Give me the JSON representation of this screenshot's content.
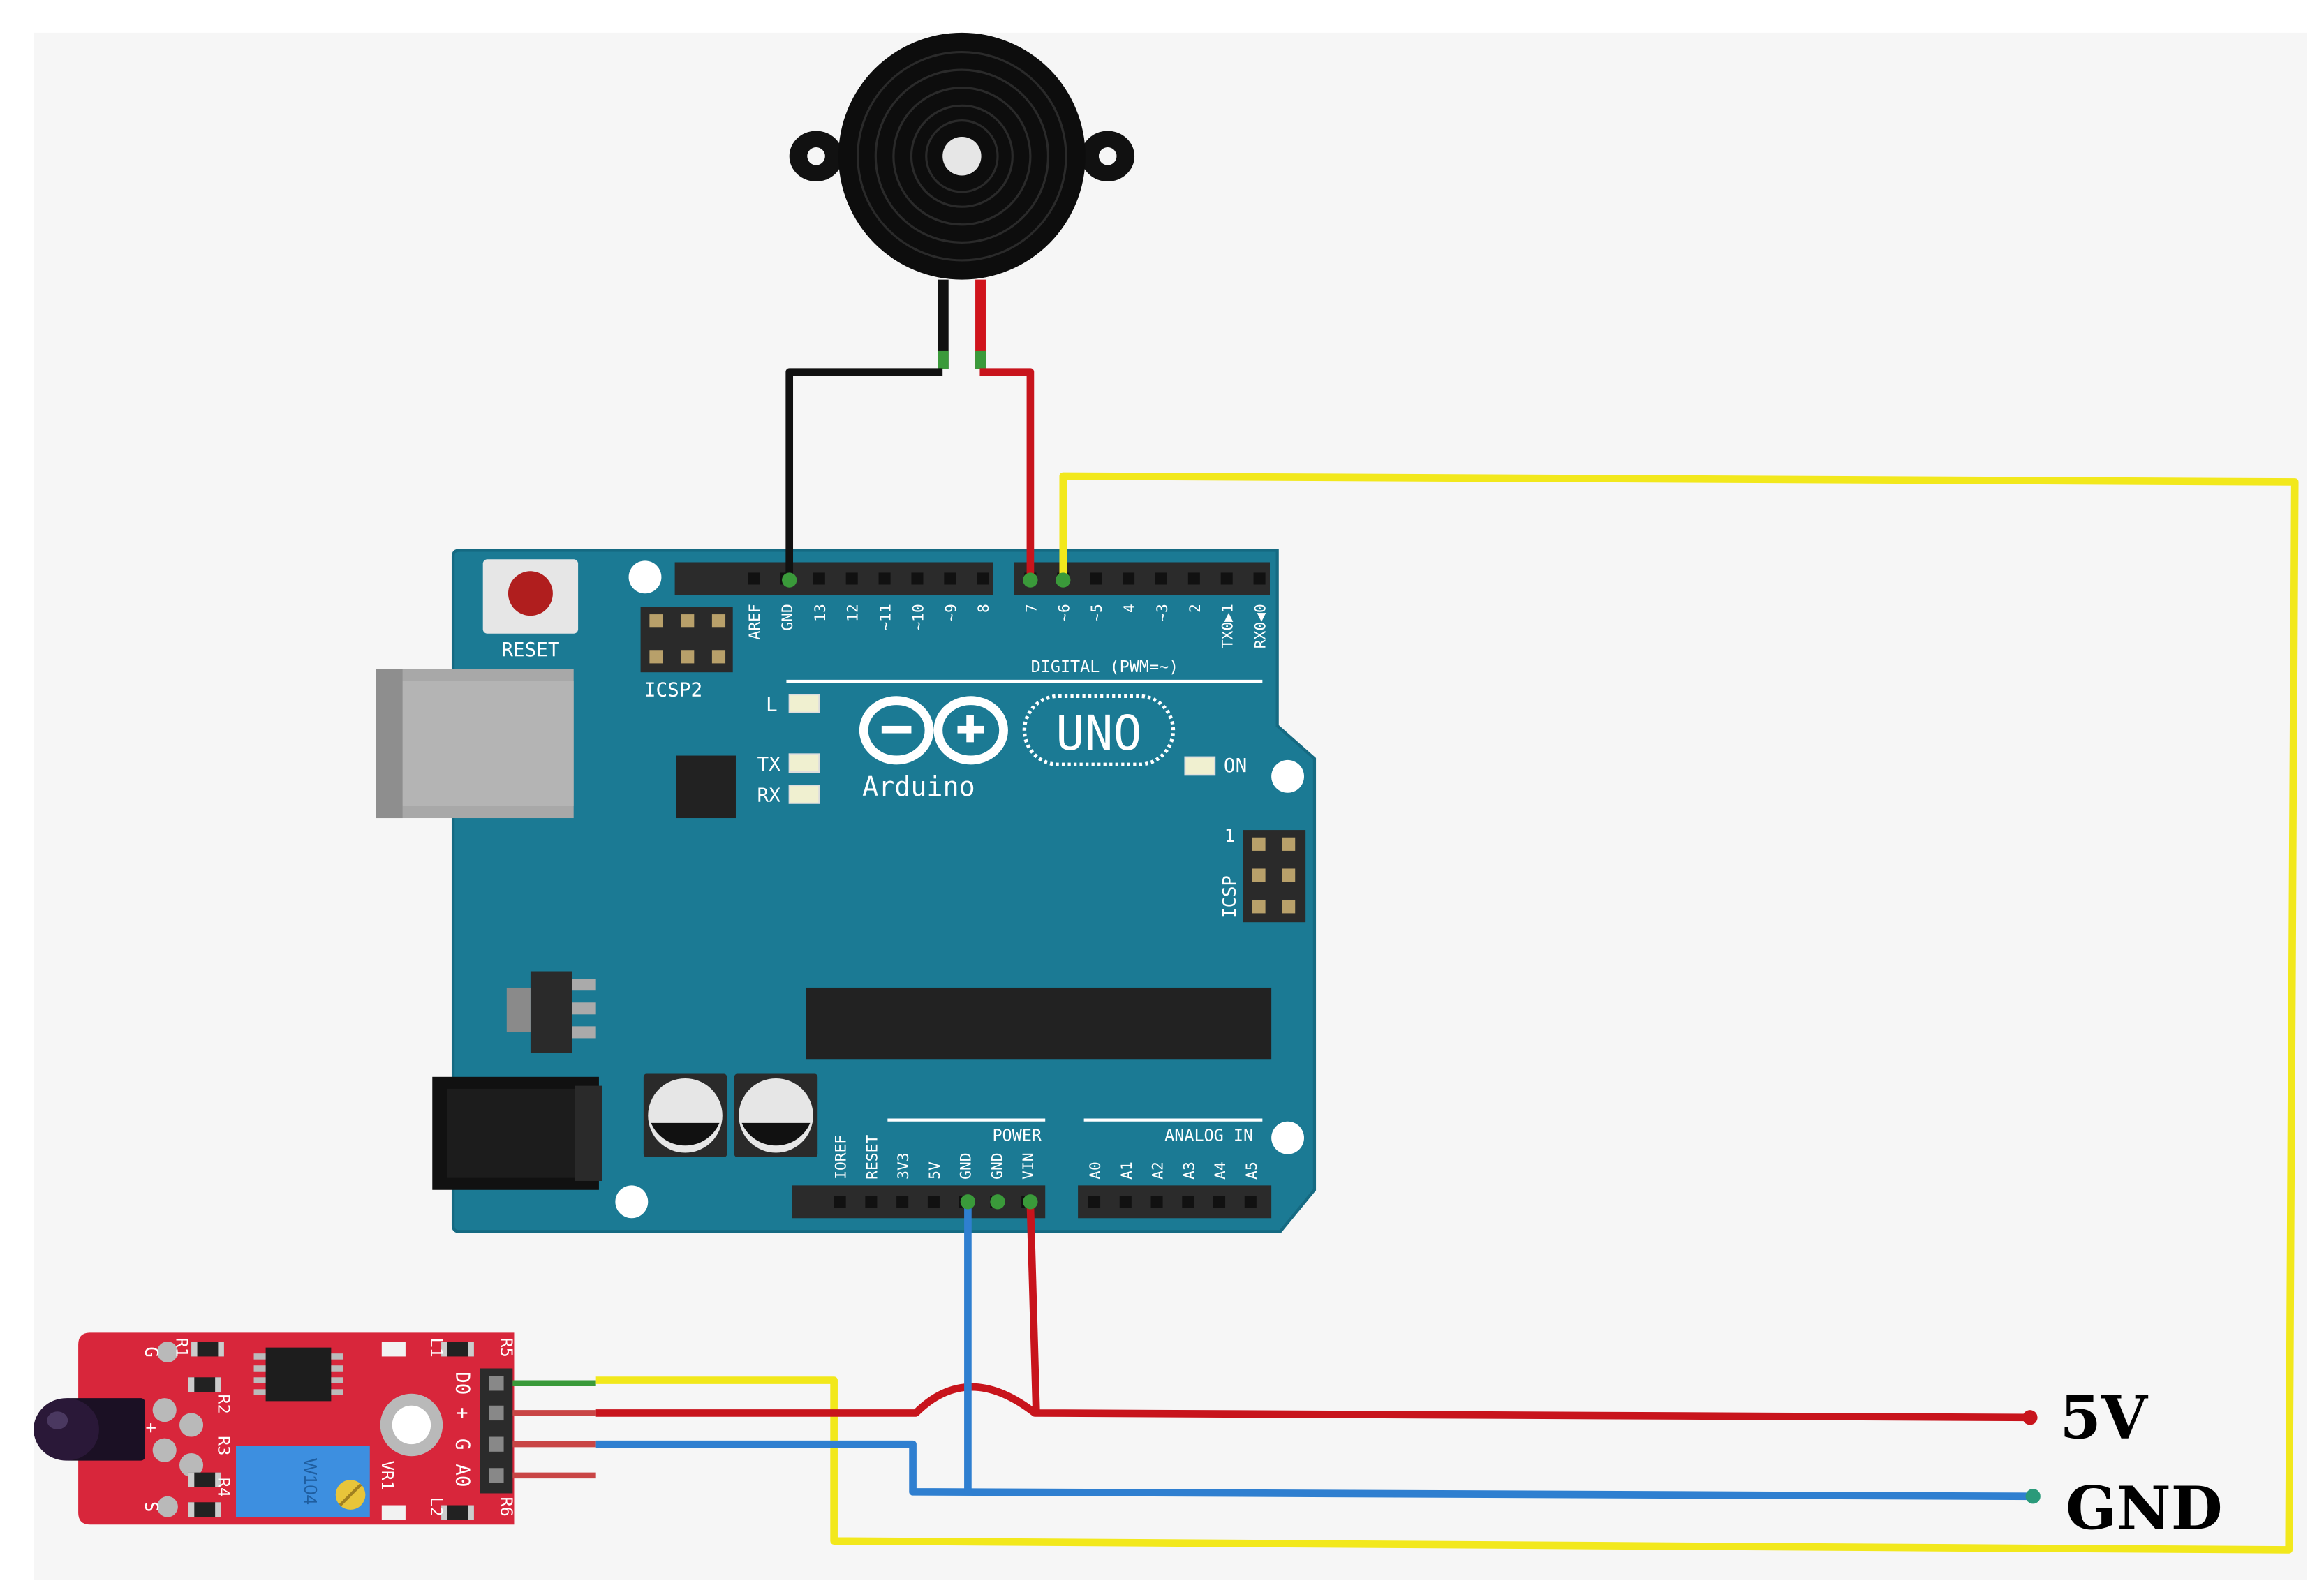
{
  "arduino": {
    "reset_label": "RESET",
    "icsp2_label": "ICSP2",
    "icsp_label": "ICSP",
    "icsp_pin1": "1",
    "logo_brand": "Arduino",
    "logo_model": "UNO",
    "led_l": "L",
    "led_tx": "TX",
    "led_rx": "RX",
    "led_on": "ON",
    "digital_label": "DIGITAL (PWM=~)",
    "power_label": "POWER",
    "analog_label": "ANALOG IN",
    "top_pins": [
      "AREF",
      "GND",
      "13",
      "12",
      "~11",
      "~10",
      "~9",
      "8",
      "7",
      "~6",
      "~5",
      "4",
      "~3",
      "2",
      "TX0▶1",
      "RX0◀0"
    ],
    "power_pins": [
      "IOREF",
      "RESET",
      "3V3",
      "5V",
      "GND",
      "GND",
      "VIN"
    ],
    "analog_pins": [
      "A0",
      "A1",
      "A2",
      "A3",
      "A4",
      "A5"
    ]
  },
  "sensor": {
    "pins": [
      "D0",
      "+",
      "G",
      "A0"
    ],
    "left_pins": [
      "G",
      "+",
      "S"
    ],
    "components": [
      "R1",
      "R2",
      "R3",
      "R4",
      "R5",
      "R6",
      "L1",
      "L2",
      "VR1"
    ],
    "pot_label": "W104"
  },
  "external": {
    "supply_5v": "5V",
    "supply_gnd": "GND"
  },
  "colors": {
    "board": "#1b7a94",
    "wire_black": "#111111",
    "wire_red": "#c8141c",
    "wire_yellow": "#f2e81c",
    "wire_blue": "#2f7fd0",
    "sensor_board": "#d8263b"
  }
}
